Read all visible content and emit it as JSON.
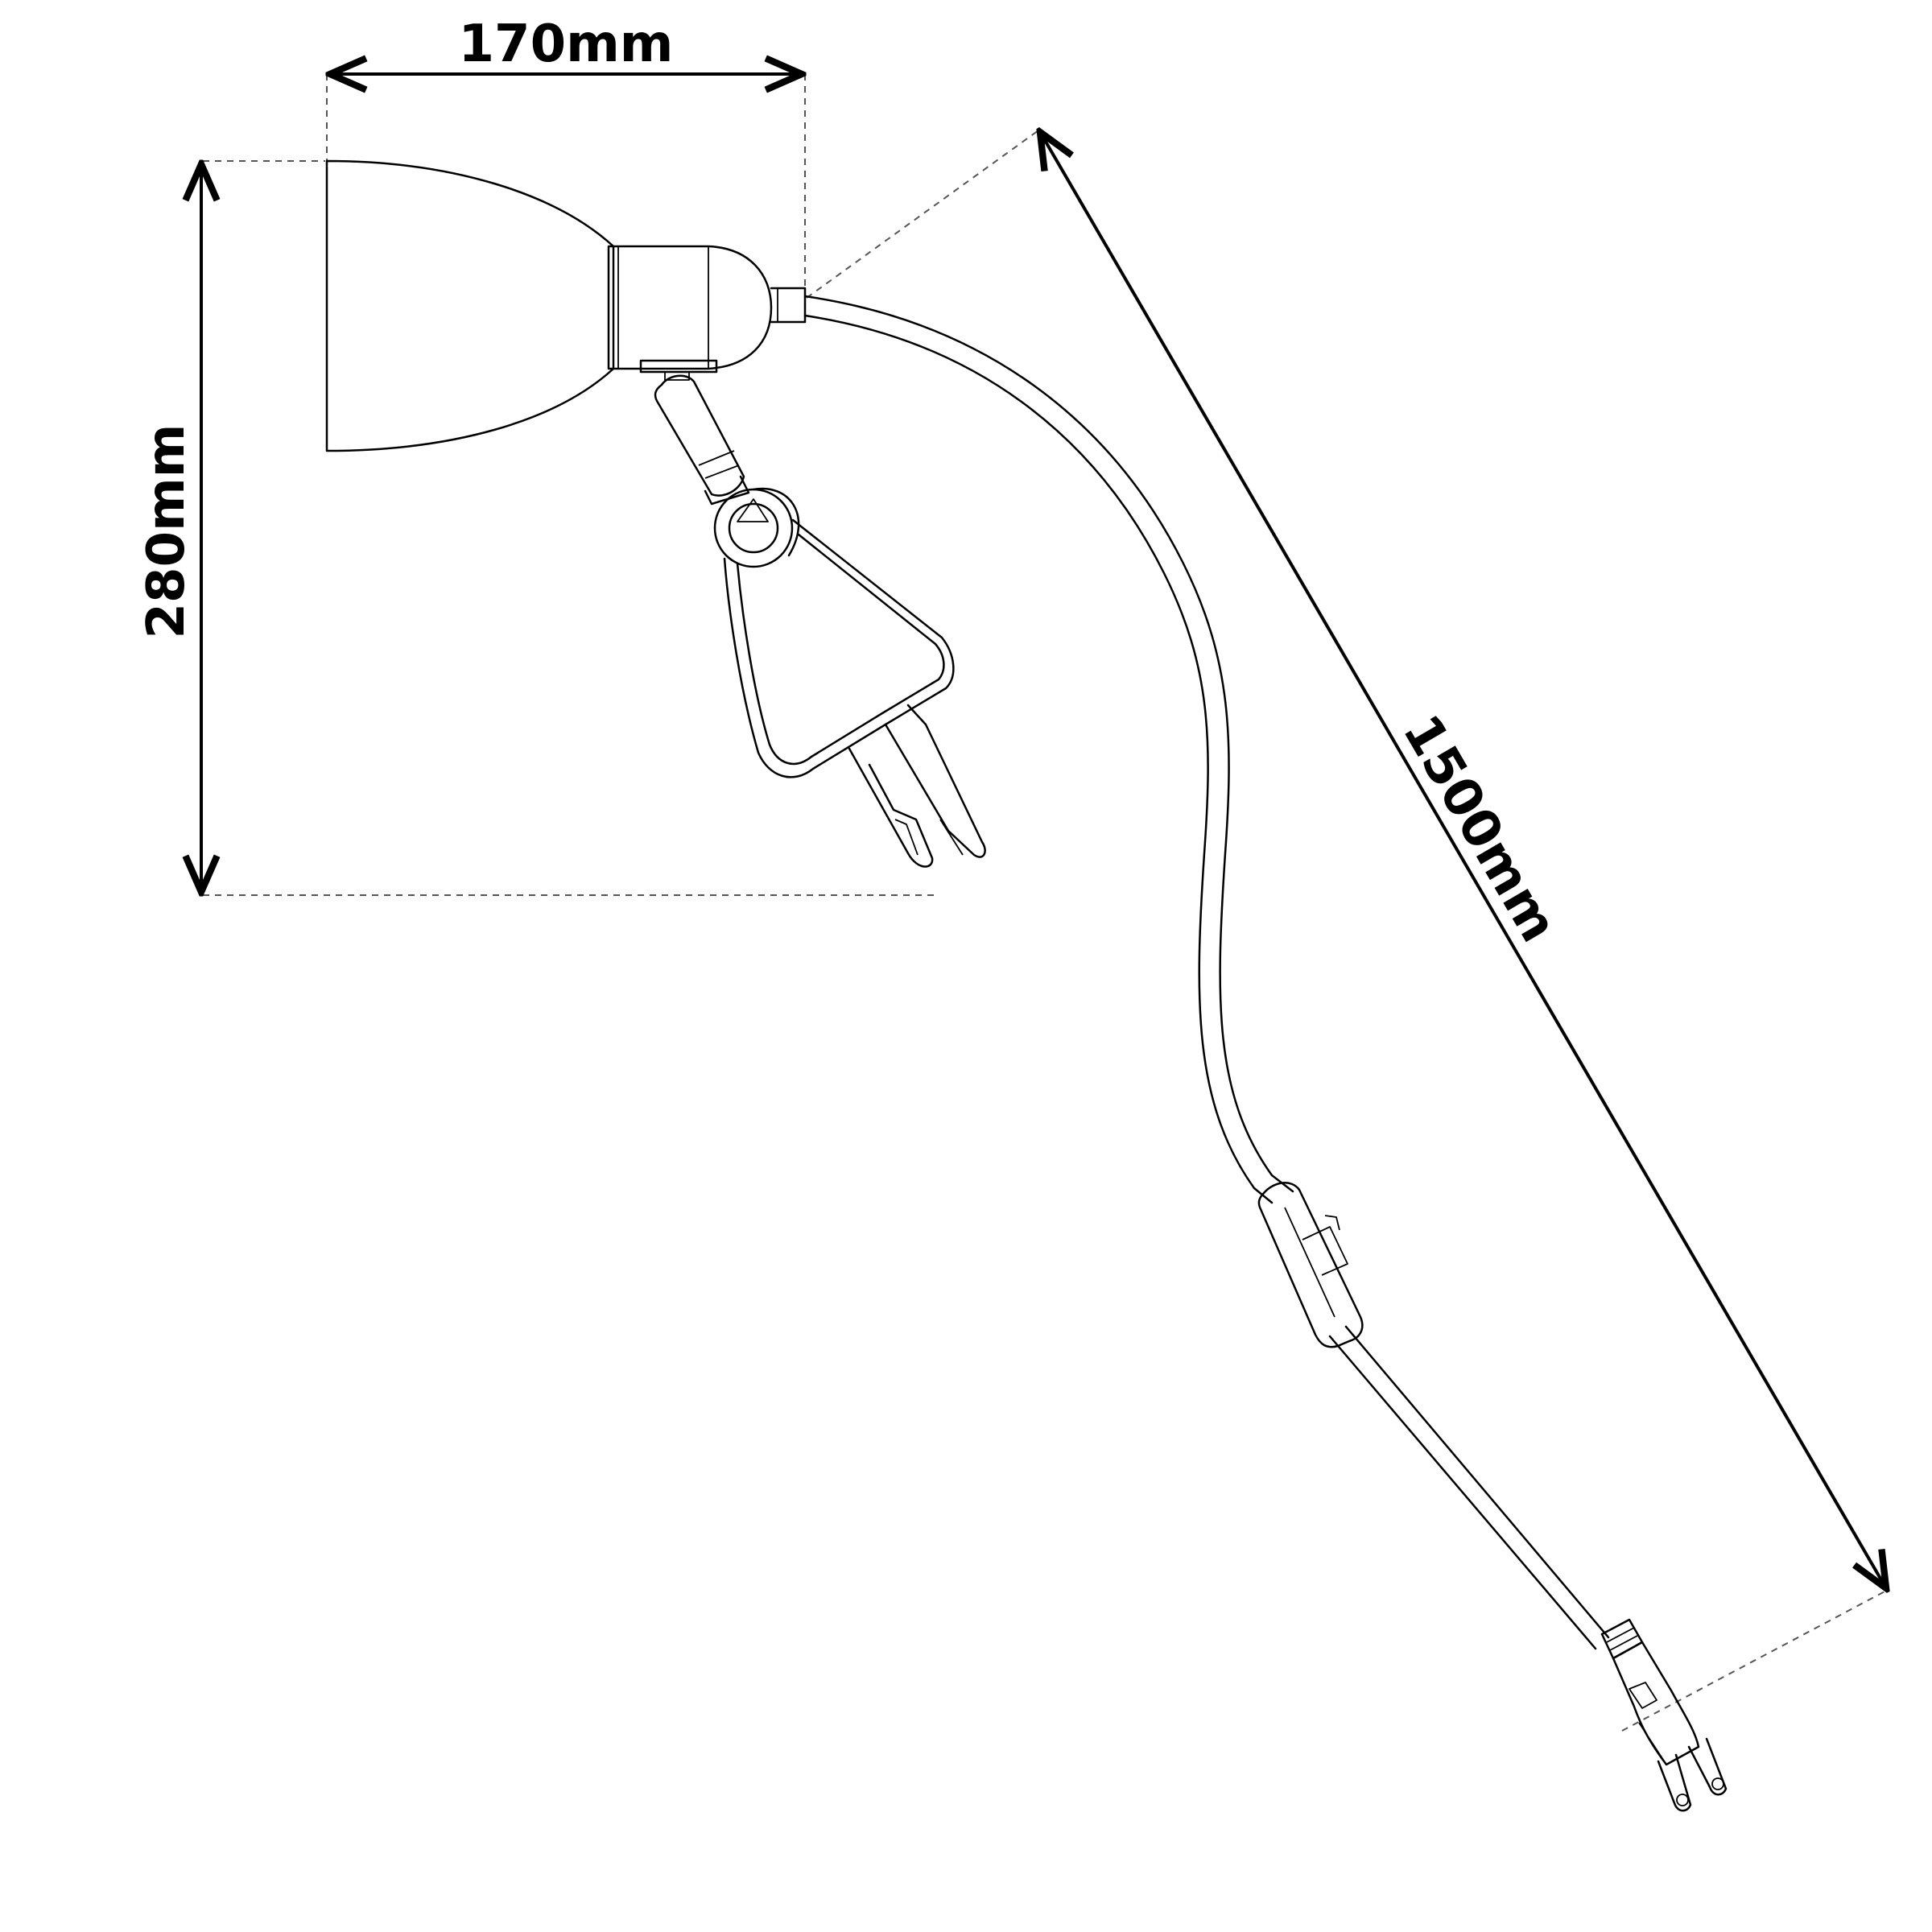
{
  "dimensions": {
    "width_label": "170mm",
    "height_label": "280mm",
    "cable_length_label": "1500mm"
  },
  "colors": {
    "line": "#000000",
    "guide": "#555555",
    "background": "#ffffff"
  }
}
